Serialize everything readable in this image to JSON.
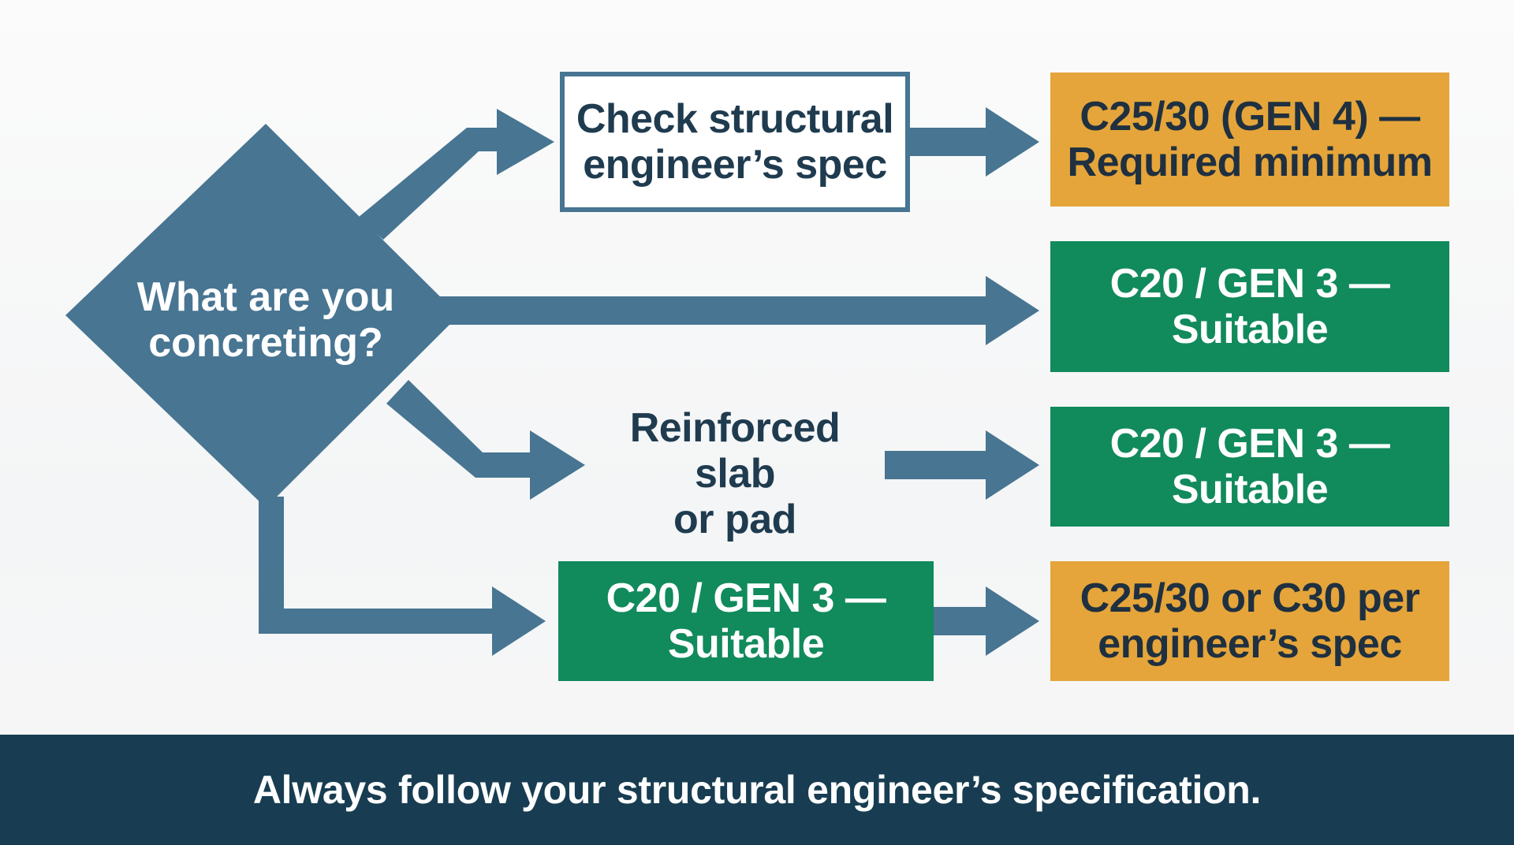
{
  "colors": {
    "connector": "#477592",
    "outline_border": "#477592",
    "green": "#118a5c",
    "amber": "#e5a53a",
    "footer_bg": "#183d52"
  },
  "decision": {
    "label": "What are you\nconcreting?"
  },
  "nodes": {
    "check_spec": "Check structural\nengineer’s spec",
    "result_c25_gen4": "C25/30 (GEN 4) —\nRequired minimum",
    "result_c20_row2": "C20 / GEN 3 —\nSuitable",
    "reinforced_slab": "Reinforced slab\nor pad",
    "result_c20_row3": "C20 / GEN 3 —\nSuitable",
    "mid_c20_row4": "C20 / GEN 3 —\nSuitable",
    "result_c25_c30": "C25/30 or C30 per\nengineer’s spec"
  },
  "footer": {
    "text": "Always follow your structural engineer’s specification."
  }
}
